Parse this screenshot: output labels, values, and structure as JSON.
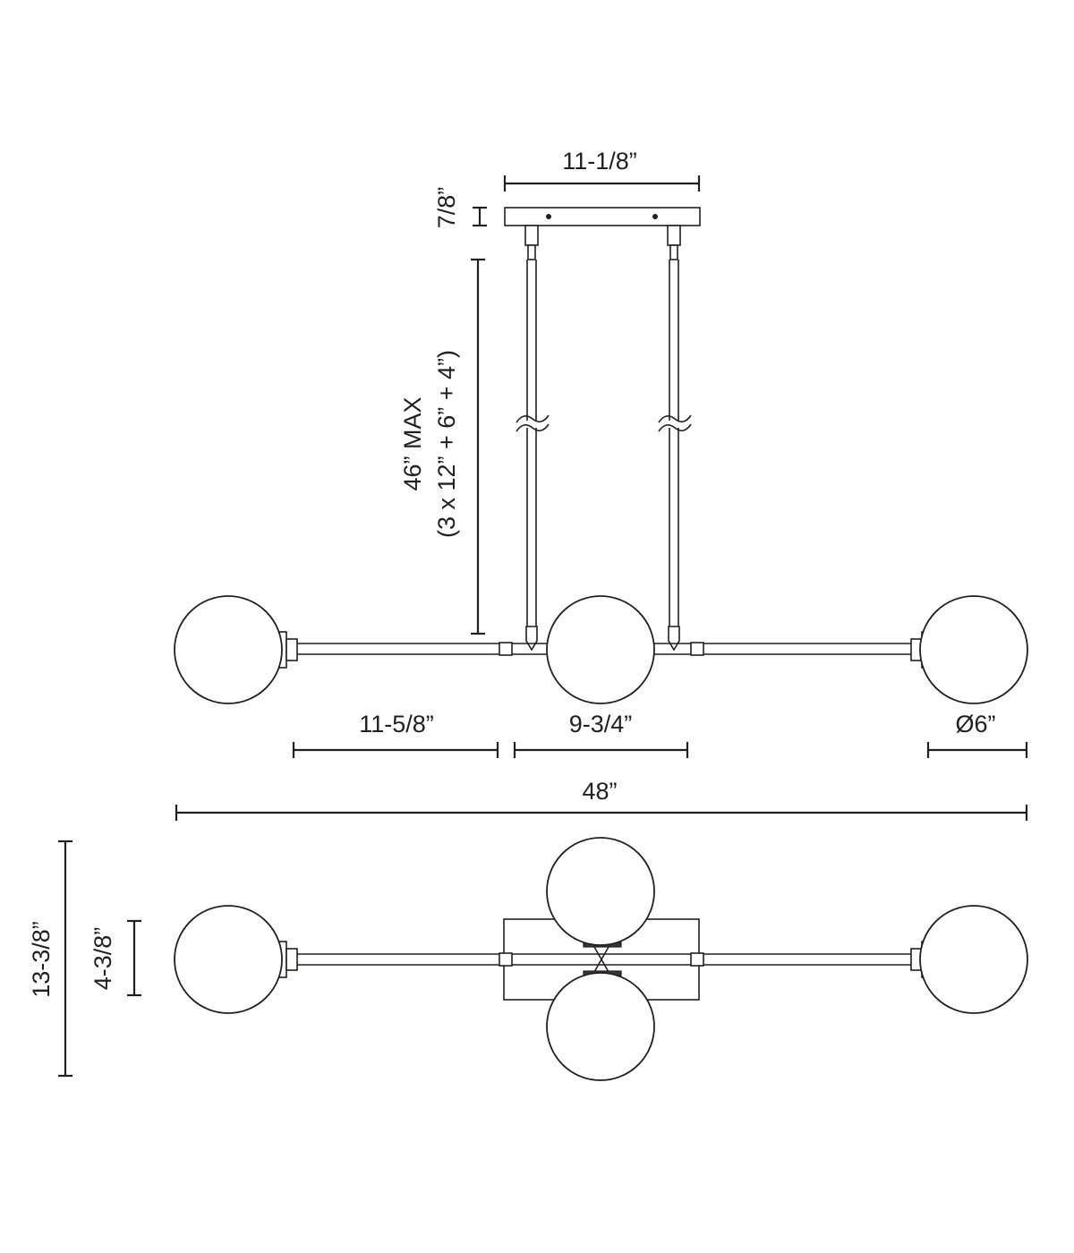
{
  "dimensions": {
    "canopy_width": "11-1/8”",
    "canopy_height": "7/8”",
    "drop_max": "46” MAX",
    "drop_breakdown": "(3 x 12” + 6” + 4”)",
    "arm_length": "11-5/8”",
    "center_span": "9-3/4”",
    "globe_diameter": "Ø6”",
    "overall_length": "48”",
    "overall_depth": "13-3/8”",
    "body_depth": "4-3/8”"
  },
  "colors": {
    "line": "#231f20",
    "background": "#ffffff"
  }
}
